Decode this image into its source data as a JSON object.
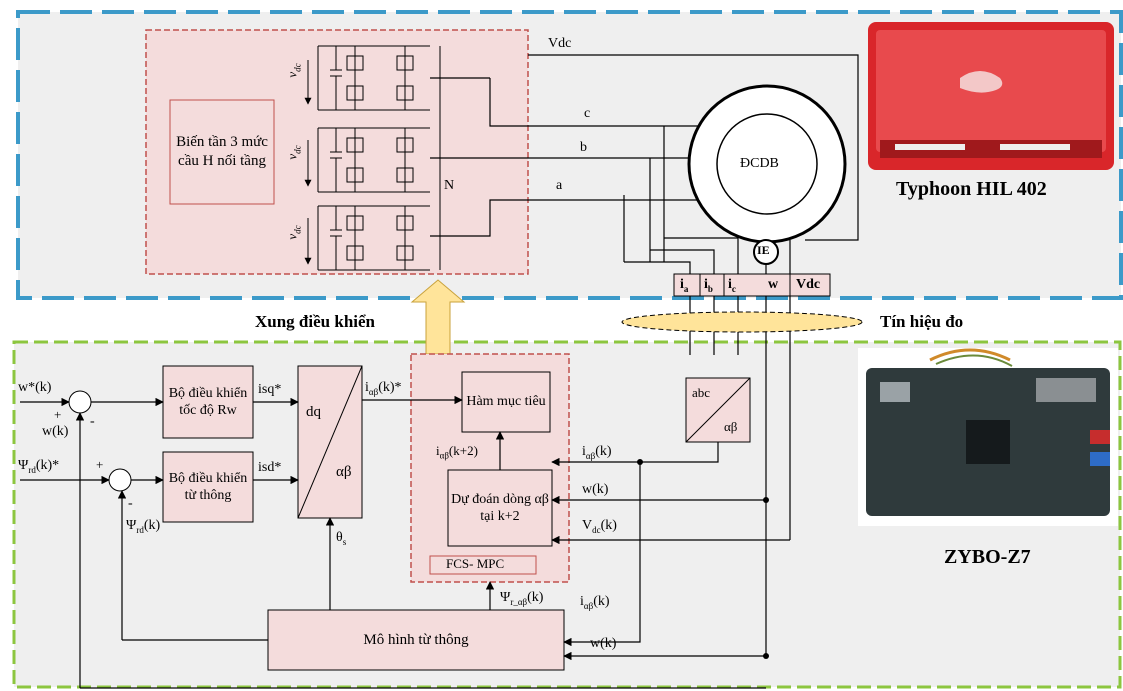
{
  "zones": {
    "hil": {
      "label": "Typhoon HIL 402"
    },
    "fpga": {
      "label": "ZYBO-Z7"
    }
  },
  "inverter": {
    "label": "Biến tần 3 mức cầu H nối tầng",
    "vdc_symbol": "v",
    "vdc_sub": "dc",
    "neutral": "N"
  },
  "motor": {
    "label": "ĐCDB",
    "encoder": "IE"
  },
  "phases": {
    "a": "a",
    "b": "b",
    "c": "c",
    "vdc": "Vdc"
  },
  "measure_bar": {
    "items": [
      {
        "main": "i",
        "sub": "a"
      },
      {
        "main": "i",
        "sub": "b"
      },
      {
        "main": "i",
        "sub": "c"
      },
      {
        "main": "w",
        "sub": ""
      },
      {
        "main": "Vdc",
        "sub": ""
      }
    ]
  },
  "links": {
    "pulses": "Xung điều khiển",
    "measurements": "Tín hiệu đo"
  },
  "controller": {
    "speed_ref": "w*(k)",
    "speed_fb": "w(k)",
    "flux_ref": "Ψ",
    "flux_ref_sub": "rd",
    "flux_ref_tail": "(k)*",
    "flux_fb": "Ψ",
    "flux_fb_sub": "rd",
    "flux_fb_tail": "(k)",
    "plus": "+",
    "minus": "-",
    "speed_ctrl": "Bộ điều khiển tốc độ Rw",
    "flux_ctrl": "Bộ điều khiển từ thông",
    "isq": "isq*",
    "isd": "isd*",
    "dq": "dq",
    "alphabeta": "αβ",
    "theta": "θ",
    "theta_sub": "s",
    "i_ref": "i",
    "i_ref_sub": "αβ",
    "i_ref_tail": "(k)*",
    "cost": "Hàm mục tiêu",
    "predict": "Dự đoán dòng αβ tại k+2",
    "i_pred": "i",
    "i_pred_sub": "αβ",
    "i_pred_tail": "(k+2)",
    "mpc_tag": "FCS- MPC",
    "flux_model": "Mô hình từ thông",
    "psi_model": "Ψ",
    "psi_model_sub": "r_αβ",
    "psi_model_tail": "(k)",
    "abc": "abc",
    "ab": "αβ",
    "i_meas": "i",
    "i_meas_sub": "αβ",
    "i_meas_tail": "(k)",
    "w_meas": "w(k)",
    "vdc_meas": "V",
    "vdc_meas_sub": "dc",
    "vdc_meas_tail": "(k)"
  },
  "colors": {
    "blue_dash": "#3c9ac9",
    "green_dash": "#8cc63f",
    "pink_fill": "#f4dcdc",
    "red_dash": "#c0504d",
    "device_red": "#d9262a",
    "arrow_yellow": "#ffe49a"
  }
}
